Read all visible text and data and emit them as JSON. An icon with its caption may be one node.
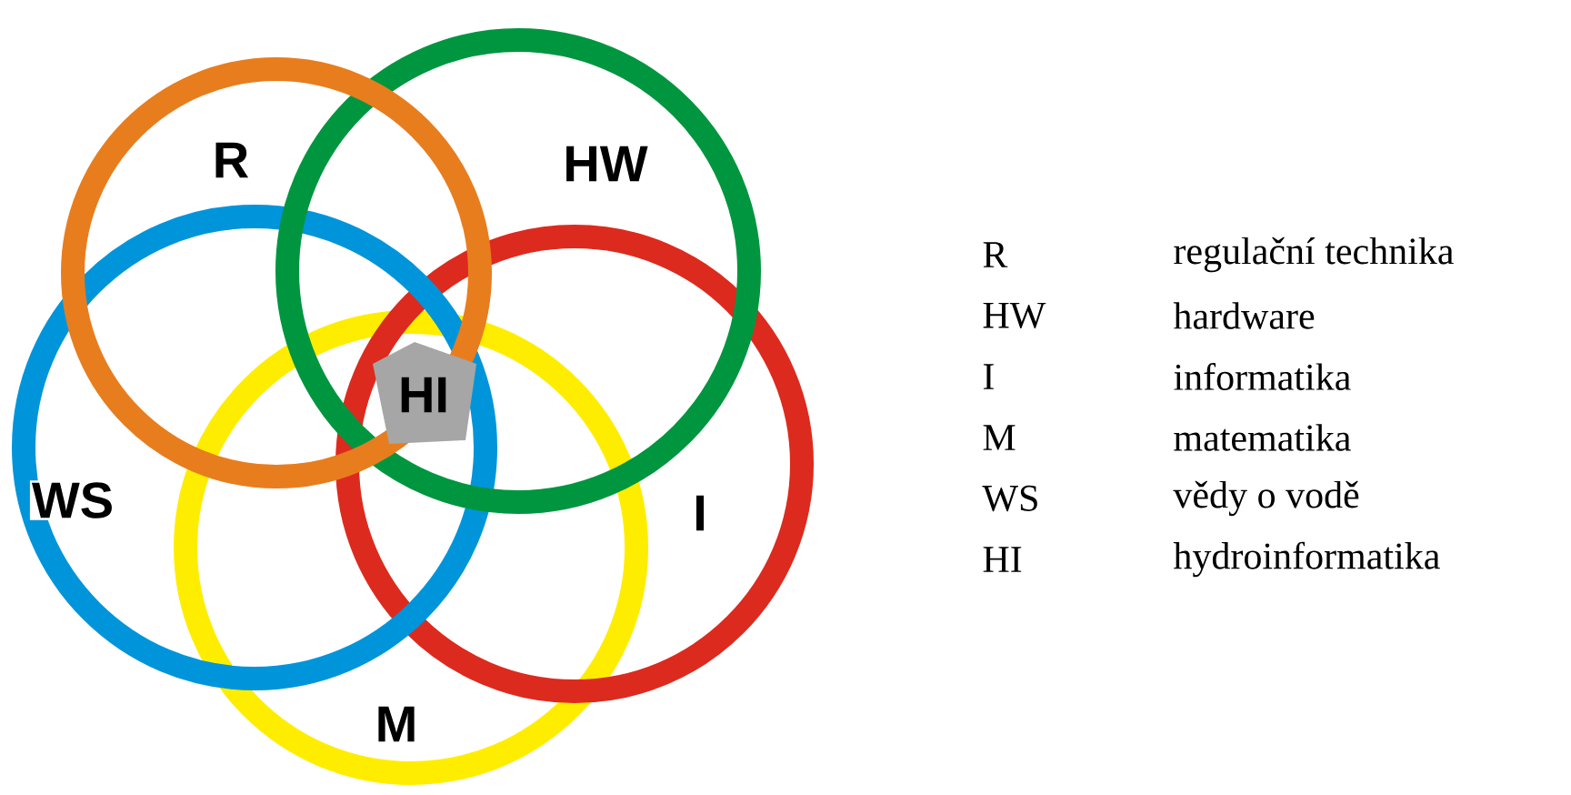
{
  "diagram": {
    "nodes": [
      {
        "text": [
          "R"
        ]
      },
      {
        "text": [
          "HW"
        ]
      },
      {
        "text": [
          "I"
        ]
      },
      {
        "text": [
          "M"
        ]
      },
      {
        "text": [
          "WS"
        ]
      },
      {
        "text": [
          "HI"
        ]
      }
    ],
    "labels": [
      "R",
      "regulační technika",
      "HW",
      "hardware",
      "I",
      "informatika",
      "M",
      "matematika",
      "WS",
      "vědy o vodě",
      "HI",
      "hydroinformatika"
    ]
  }
}
